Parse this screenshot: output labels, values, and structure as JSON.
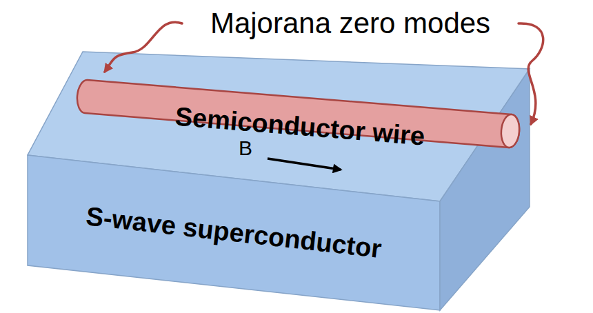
{
  "diagram": {
    "nodes": [
      {
        "text": [
          "S-wave superconductor"
        ]
      },
      {
        "text": [
          "Semiconductor wire"
        ],
        "in": 0
      }
    ],
    "labels": [
      "Majorana zero modes",
      "B"
    ]
  }
}
